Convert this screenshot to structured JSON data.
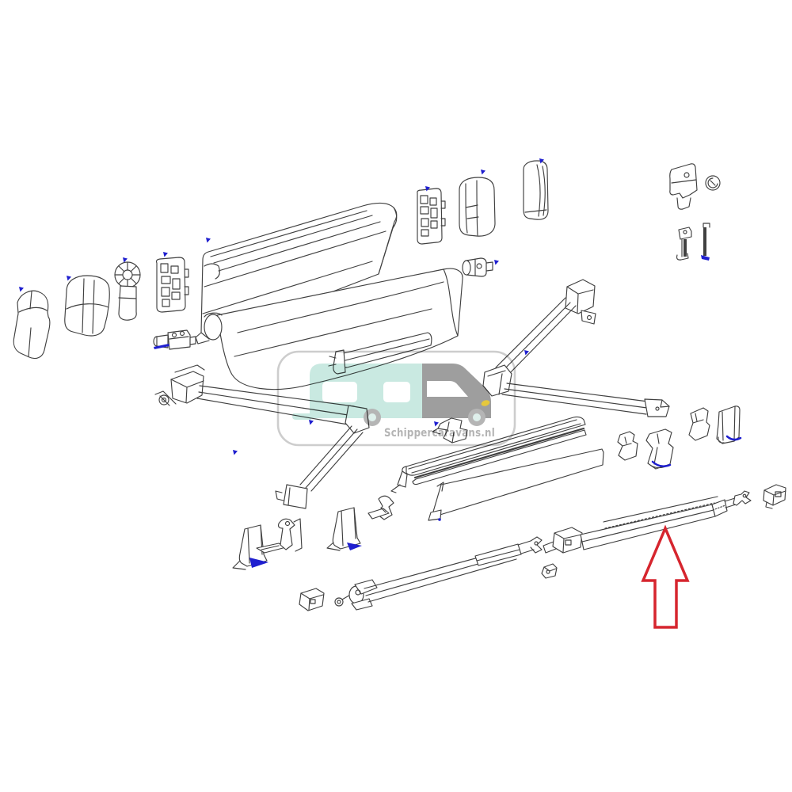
{
  "image": {
    "background_color": "#ffffff",
    "kind": "exploded-parts-diagram",
    "subject": "awning parts schematic"
  },
  "watermark": {
    "text": "Schippercaravans.nl",
    "text_color": "#b4b4b4",
    "frame_color": "#cdcdcd",
    "caravan_body_color": "#c9e9e1",
    "cab_color": "#9e9e9e",
    "window_color": "#ffffff",
    "headlight_color": "#e6c83c",
    "wheel_color": "#b5b5b5",
    "wheel_hub_color": "#dff0ec"
  },
  "diagram": {
    "line_color": "#404040",
    "marker_color": "#1f1fcf",
    "parts": [
      "left-outer-cap",
      "left-end-cap",
      "motor-drive",
      "gearbox-plate-left",
      "roller-coupler",
      "cassette-housing",
      "awning-fabric",
      "roller-tube",
      "gearbox-plate-right",
      "inner-end-cap-right",
      "right-outer-cap",
      "gear-adapter",
      "mounting-bracket-plate",
      "locking-knob",
      "clamp-bracket",
      "tension-pin",
      "right-spring-arm",
      "left-spring-arm",
      "lead-rail",
      "valance-panel",
      "rail-clip",
      "support-foot-left",
      "support-bracket",
      "support-foot-right",
      "corner-clip",
      "telescopic-support-leg",
      "rafter-bracket",
      "tension-rafter",
      "end-bracket",
      "cover-bracket-1",
      "cover-bracket-2",
      "cover-bracket-3",
      "cover-bracket-4"
    ]
  },
  "annotations": {
    "arrow": {
      "color": "#d6252e",
      "direction": "up",
      "points_to": "tension-rafter"
    }
  }
}
